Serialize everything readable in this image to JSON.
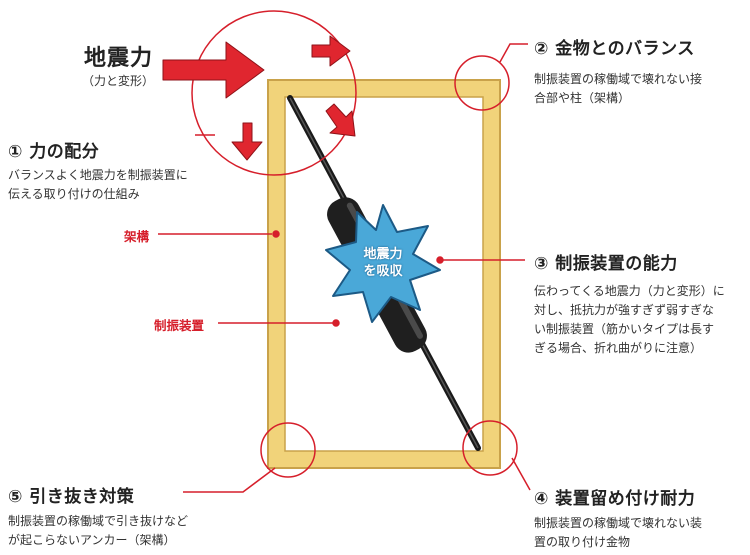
{
  "seismic": {
    "title": "地震力",
    "subtitle": "（力と変形）"
  },
  "star_label": "地震力\nを吸収",
  "items": [
    {
      "heading": "① 力の配分",
      "desc": "バランスよく地震力を制振装置に\n伝える取り付けの仕組み"
    },
    {
      "heading": "② 金物とのバランス",
      "desc": "制振装置の稼働域で壊れない接\n合部や柱（架構）"
    },
    {
      "heading": "③ 制振装置の能力",
      "desc": "伝わってくる地震力（力と変形）に\n対し、抵抗力が強すぎず弱すぎな\nい制振装置（筋かいタイプは長す\nぎる場合、折れ曲がりに注意）"
    },
    {
      "heading": "④ 装置留め付け耐力",
      "desc": "制振装置の稼働域で壊れない装\n置の取り付け金物"
    },
    {
      "heading": "⑤ 引き抜き対策",
      "desc": "制振装置の稼働域で引き抜けなど\nが起こらないアンカー（架構）"
    }
  ],
  "callouts": {
    "frame": "架構",
    "damper": "制振装置"
  },
  "colors": {
    "accent_red": "#d61f2b",
    "frame_wood": "#f1d37a",
    "star": "#4aa8d8",
    "brace": "#1a1a1a"
  }
}
